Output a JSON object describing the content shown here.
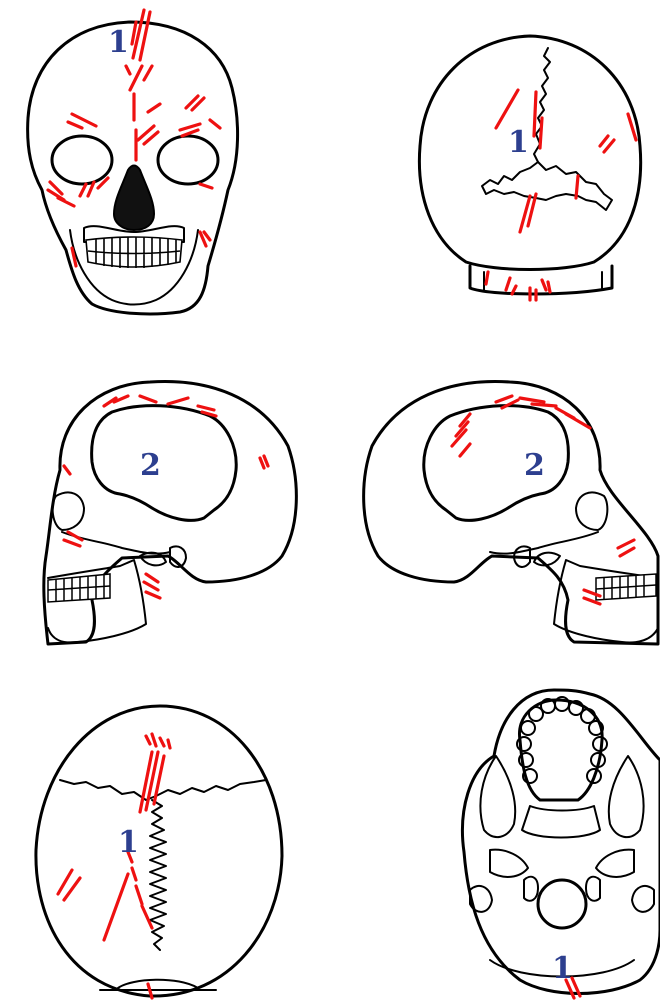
{
  "colors": {
    "outline": "#000000",
    "cut_marks": "#ee1111",
    "labels": "#2d3f8f",
    "background": "#ffffff"
  },
  "views": [
    {
      "id": "frontal",
      "label": "1"
    },
    {
      "id": "posterior",
      "label": "1"
    },
    {
      "id": "left-lateral",
      "label": "2"
    },
    {
      "id": "right-lateral",
      "label": "2"
    },
    {
      "id": "superior",
      "label": "1"
    },
    {
      "id": "inferior",
      "label": "1"
    }
  ]
}
